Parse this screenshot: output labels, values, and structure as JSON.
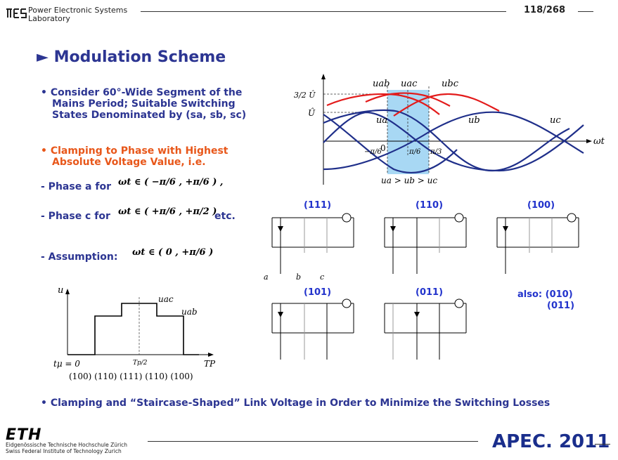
{
  "header": {
    "lab_line1": "Power Electronic Systems",
    "lab_line2": "Laboratory",
    "page": "118/268"
  },
  "title": "► Modulation Scheme",
  "bullets": {
    "b1_line1": "• Consider 60°-Wide Segment of the",
    "b1_line2": "Mains Period; Suitable Switching",
    "b1_line3": "States Denominated by (sa, sb, sc)",
    "b2_line1": "• Clamping to Phase with Highest",
    "b2_line2": "Absolute Voltage Value, i.e.",
    "phase_a": "- Phase a for",
    "phase_a_interval": "ωt ∈ ( −π/6 , +π/6 ) ,",
    "phase_c": "- Phase c for",
    "phase_c_interval": "ωt ∈ ( +π/6 , +π/2 )",
    "phase_c_etc": "etc.",
    "assumption": "- Assumption:",
    "assumption_interval": "ωt ∈ ( 0 , +π/6 )"
  },
  "waveform": {
    "lbl_uab": "uab",
    "lbl_uac": "uac",
    "lbl_ubc": "ubc",
    "lbl_ua": "ua",
    "lbl_ub": "ub",
    "lbl_uc": "uc",
    "lbl_32U": "3/2 Û",
    "lbl_U": "Û",
    "lbl_wt": "ωt",
    "lbl_m_pi6": "−π/6",
    "lbl_zero": "0",
    "lbl_pi6": "π/6",
    "lbl_pi3": "π/3",
    "condition": "ua > ub > uc"
  },
  "stair": {
    "u": "u",
    "uac": "uac",
    "uab": "uab",
    "t0": "tμ = 0",
    "tp2": "Tp/2",
    "tp": "TP",
    "states": "(100) (110) (111) (110) (100)"
  },
  "states": {
    "s111": "(111)",
    "s110": "(110)",
    "s100": "(100)",
    "s101": "(101)",
    "s011": "(011)",
    "also": "also: (010)",
    "also2": "(011)",
    "a": "a",
    "b": "b",
    "c": "c"
  },
  "bottom_bullet": "• Clamping and “Staircase-Shaped” Link Voltage in Order to Minimize the Switching Losses",
  "footer": {
    "eth": "ETH",
    "eth_line1": "Eidgenössische Technische Hochschule Zürich",
    "eth_line2": "Swiss Federal Institute of Technology Zurich",
    "apec": "APEC. 2011"
  }
}
